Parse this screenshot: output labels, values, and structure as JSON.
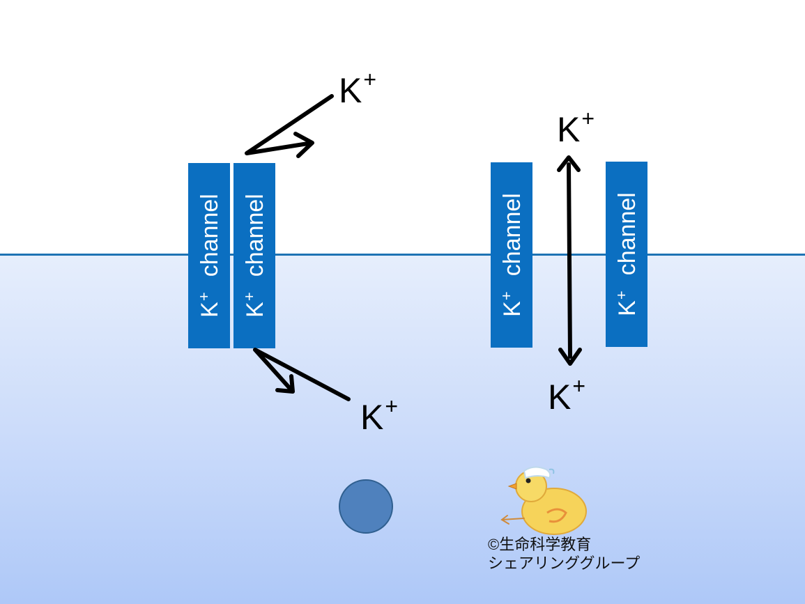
{
  "ion": {
    "symbol": "K",
    "charge": "+"
  },
  "channel": {
    "prefix": "K",
    "charge": "+",
    "word": "channel"
  },
  "credit": {
    "line1": "©生命科学教育",
    "line2": "シェアリンググループ"
  },
  "colors": {
    "channel_fill": "#0b6fc1",
    "membrane_line": "#1e73b4",
    "cytoplasm_top": "#e6eefc",
    "cytoplasm_bottom": "#aec8f8",
    "dot_fill": "#4f81bd",
    "arrow": "#000000",
    "chick": "#f6d35a"
  },
  "icons": {
    "chick": "chick-mascot-icon",
    "dot": "blue-circle-icon"
  }
}
